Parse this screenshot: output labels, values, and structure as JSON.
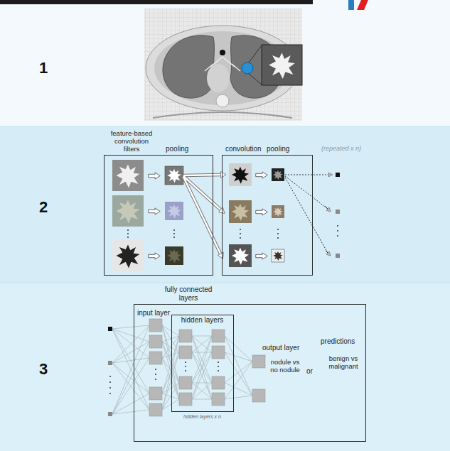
{
  "diagram": {
    "nodes": [
      {
        "text": [
          "1"
        ]
      },
      {
        "text": [
          "2"
        ]
      },
      {
        "text": [
          "feature-based convolution filters",
          "pooling"
        ],
        "in": 1
      },
      {
        "text": [
          "convolution",
          "pooling"
        ],
        "in": 1
      },
      {
        "text": [
          "3"
        ]
      },
      {
        "text": [
          "fully connected layers",
          "input layer",
          "output layer",
          "nodule vs no nodule",
          "or",
          "predictions",
          "benign vs malignant"
        ],
        "in": 4
      },
      {
        "text": [
          "hidden layers",
          "hidden layers x n"
        ],
        "in": 5
      }
    ],
    "labels": [
      "(repeated x n)"
    ]
  }
}
